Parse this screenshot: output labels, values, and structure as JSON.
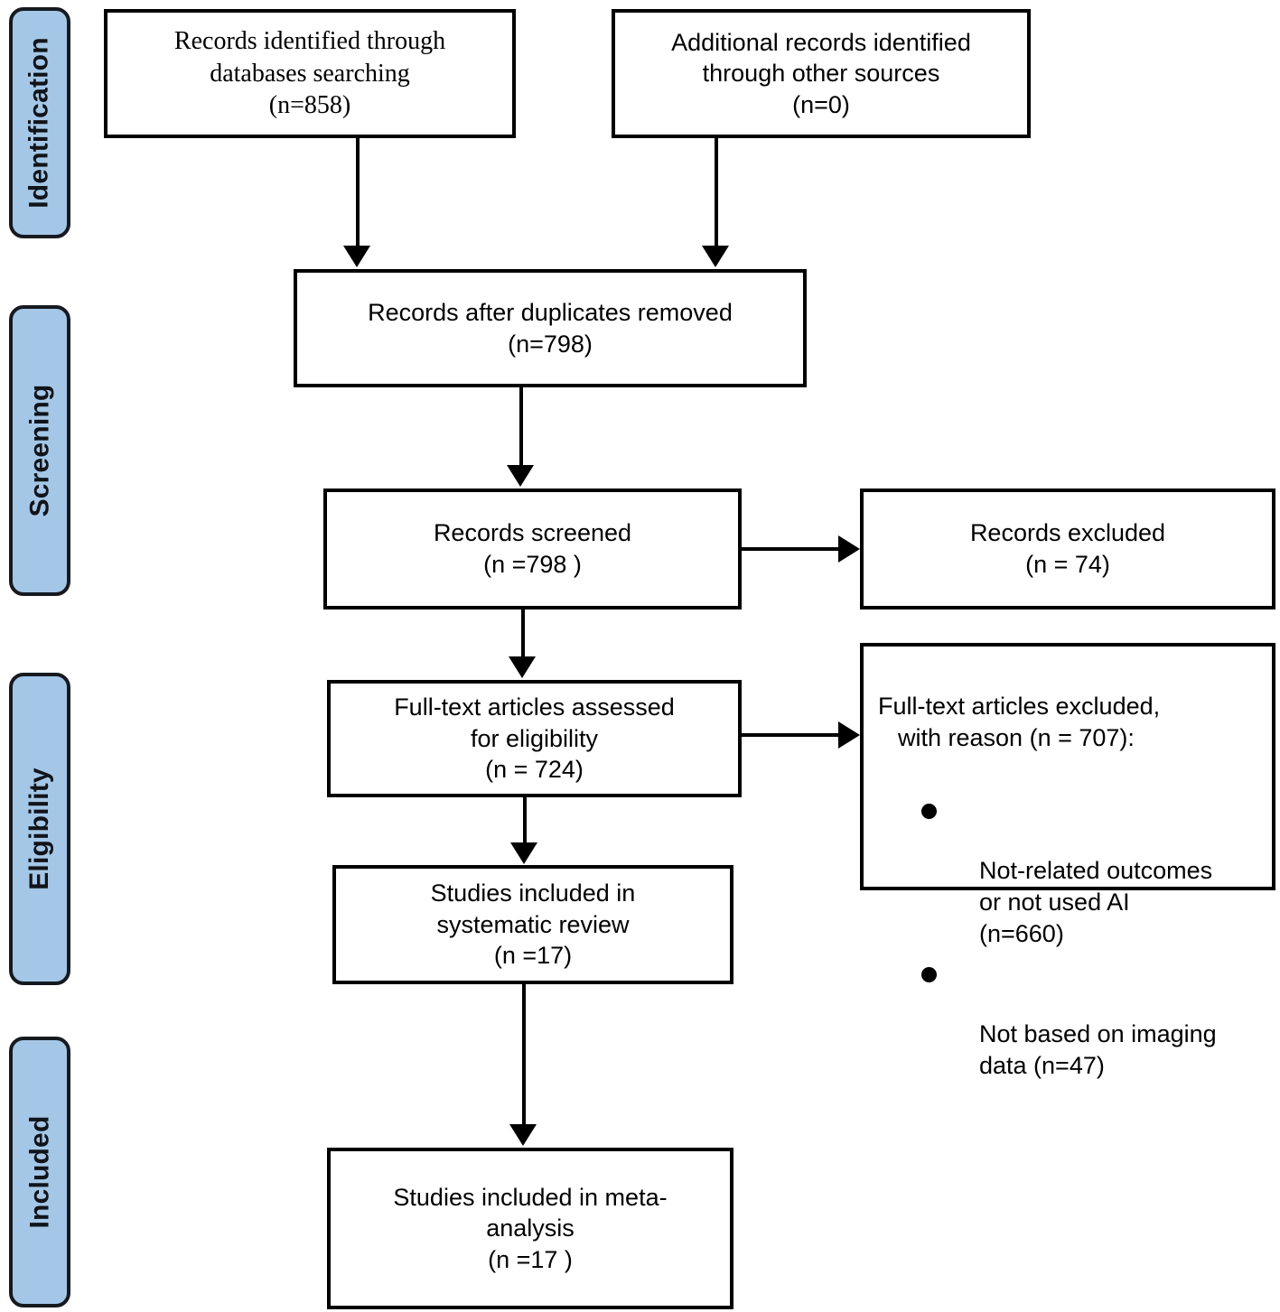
{
  "diagram": {
    "title": "PRISMA flow diagram",
    "accent_color": "#a4c7e7",
    "line_color": "#000000"
  },
  "stages": [
    {
      "label": "Identification"
    },
    {
      "label": "Screening"
    },
    {
      "label": "Eligibility"
    },
    {
      "label": "Included"
    }
  ],
  "boxes": {
    "identified_databases": "Records identified through\ndatabases searching\n(n=858)",
    "identified_other": "Additional records identified\nthrough other sources\n(n=0)",
    "after_duplicates": "Records after duplicates removed\n(n=798)",
    "records_screened": "Records screened\n(n =798 )",
    "records_excluded": "Records excluded\n(n = 74)",
    "fulltext_assessed": "Full-text articles assessed\nfor eligibility\n(n = 724)",
    "fulltext_excluded_title_line1": "Full-text articles excluded,",
    "fulltext_excluded_title_line2": "with reason  (n = 707):",
    "fulltext_excluded_reasons": [
      "Not-related outcomes\nor not used AI\n  (n=660)",
      "Not based on imaging\ndata   (n=47)"
    ],
    "included_systematic": "Studies included in\nsystematic review\n(n =17)",
    "included_meta": "Studies included in meta-\nanalysis\n(n =17 )"
  },
  "counts": {
    "identified_databases": 858,
    "identified_other": 0,
    "after_duplicates": 798,
    "records_screened": 798,
    "records_excluded": 74,
    "fulltext_assessed": 724,
    "fulltext_excluded_total": 707,
    "excluded_not_related_or_no_ai": 660,
    "excluded_not_imaging": 47,
    "included_systematic": 17,
    "included_meta": 17
  }
}
